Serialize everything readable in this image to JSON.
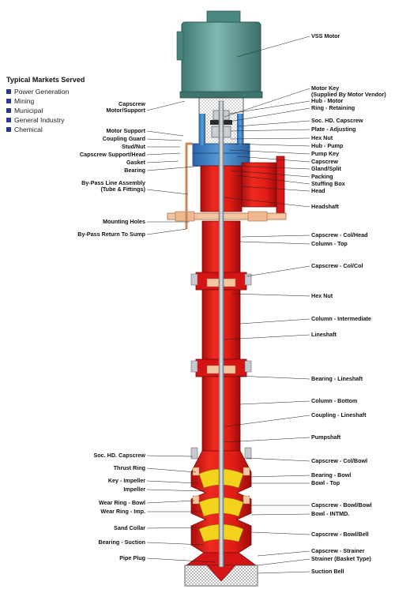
{
  "markets": {
    "title": "Typical Markets Served",
    "items": [
      "Power Generation",
      "Mining",
      "Municipal",
      "General Industry",
      "Chemical"
    ],
    "bullet_color": "#2b3a8f"
  },
  "colors": {
    "motor": "#5f9a94",
    "casing": "#e11919",
    "head_blue": "#3a7fc4",
    "impeller": "#f2d21a",
    "flange": "#f3c5a0",
    "shaft": "#9aa3ad"
  },
  "labels_left": [
    {
      "id": "capscrew-motor-support",
      "text": "Capscrew\nMotor/Support"
    },
    {
      "id": "motor-support",
      "text": "Motor Support"
    },
    {
      "id": "coupling-guard",
      "text": "Coupling Guard"
    },
    {
      "id": "stud-nut",
      "text": "Stud/Nut"
    },
    {
      "id": "capscrew-support-head",
      "text": "Capscrew Support/Head"
    },
    {
      "id": "gasket",
      "text": "Gasket"
    },
    {
      "id": "bearing",
      "text": "Bearing"
    },
    {
      "id": "bypass-line",
      "text": "By-Pass Line Assembly\n(Tube & Fittings)"
    },
    {
      "id": "mounting-holes",
      "text": "Mounting Holes"
    },
    {
      "id": "bypass-return",
      "text": "By-Pass Return To Sump"
    },
    {
      "id": "soc-hd-capscrew-left",
      "text": "Soc. HD. Capscrew"
    },
    {
      "id": "thrust-ring",
      "text": "Thrust Ring"
    },
    {
      "id": "key-impeller",
      "text": "Key - Impeller"
    },
    {
      "id": "impeller",
      "text": "Impeller"
    },
    {
      "id": "wear-ring-bowl",
      "text": "Wear Ring - Bowl"
    },
    {
      "id": "wear-ring-imp",
      "text": "Wear Ring - Imp."
    },
    {
      "id": "sand-collar",
      "text": "Sand Collar"
    },
    {
      "id": "bearing-suction",
      "text": "Bearing - Suction"
    },
    {
      "id": "pipe-plug",
      "text": "Pipe Plug"
    }
  ],
  "labels_right": [
    {
      "id": "vss-motor",
      "text": "VSS Motor"
    },
    {
      "id": "motor-key",
      "text": "Motor Key\n(Supplied By Motor Vendor)"
    },
    {
      "id": "hub-motor",
      "text": "Hub - Motor"
    },
    {
      "id": "ring-retaining",
      "text": "Ring - Retaining"
    },
    {
      "id": "soc-hd-capscrew-right",
      "text": "Soc. HD. Capscrew"
    },
    {
      "id": "plate-adjusting",
      "text": "Plate - Adjusting"
    },
    {
      "id": "hex-nut-top",
      "text": "Hex Nut"
    },
    {
      "id": "hub-pump",
      "text": "Hub - Pump"
    },
    {
      "id": "pump-key",
      "text": "Pump Key"
    },
    {
      "id": "capscrew-top",
      "text": "Capscrew"
    },
    {
      "id": "gland-split",
      "text": "Gland/Split"
    },
    {
      "id": "packing",
      "text": "Packing"
    },
    {
      "id": "stuffing-box",
      "text": "Stuffing Box"
    },
    {
      "id": "head",
      "text": "Head"
    },
    {
      "id": "headshaft",
      "text": "Headshaft"
    },
    {
      "id": "capscrew-col-head",
      "text": "Capscrew - Col/Head"
    },
    {
      "id": "column-top",
      "text": "Column - Top"
    },
    {
      "id": "capscrew-col-col",
      "text": "Capscrew - Col/Col"
    },
    {
      "id": "hex-nut-mid",
      "text": "Hex Nut"
    },
    {
      "id": "column-intermediate",
      "text": "Column - Intermediate"
    },
    {
      "id": "lineshaft",
      "text": "Lineshaft"
    },
    {
      "id": "bearing-lineshaft",
      "text": "Bearing - Lineshaft"
    },
    {
      "id": "column-bottom",
      "text": "Column - Bottom"
    },
    {
      "id": "coupling-lineshaft",
      "text": "Coupling - Lineshaft"
    },
    {
      "id": "pumpshaft",
      "text": "Pumpshaft"
    },
    {
      "id": "capscrew-col-bowl",
      "text": "Capscrew - Col/Bowl"
    },
    {
      "id": "bearing-bowl",
      "text": "Bearing - Bowl"
    },
    {
      "id": "bowl-top",
      "text": "Bowl - Top"
    },
    {
      "id": "capscrew-bowl-bowl",
      "text": "Capscrew - Bowl/Bowl"
    },
    {
      "id": "bowl-intmd",
      "text": "Bowl - INTMD."
    },
    {
      "id": "capscrew-bowl-bell",
      "text": "Capscrew - Bowl/Bell"
    },
    {
      "id": "capscrew-strainer",
      "text": "Capscrew - Strainer"
    },
    {
      "id": "strainer-basket",
      "text": "Strainer (Basket Type)"
    },
    {
      "id": "suction-bell",
      "text": "Suction Bell"
    }
  ]
}
